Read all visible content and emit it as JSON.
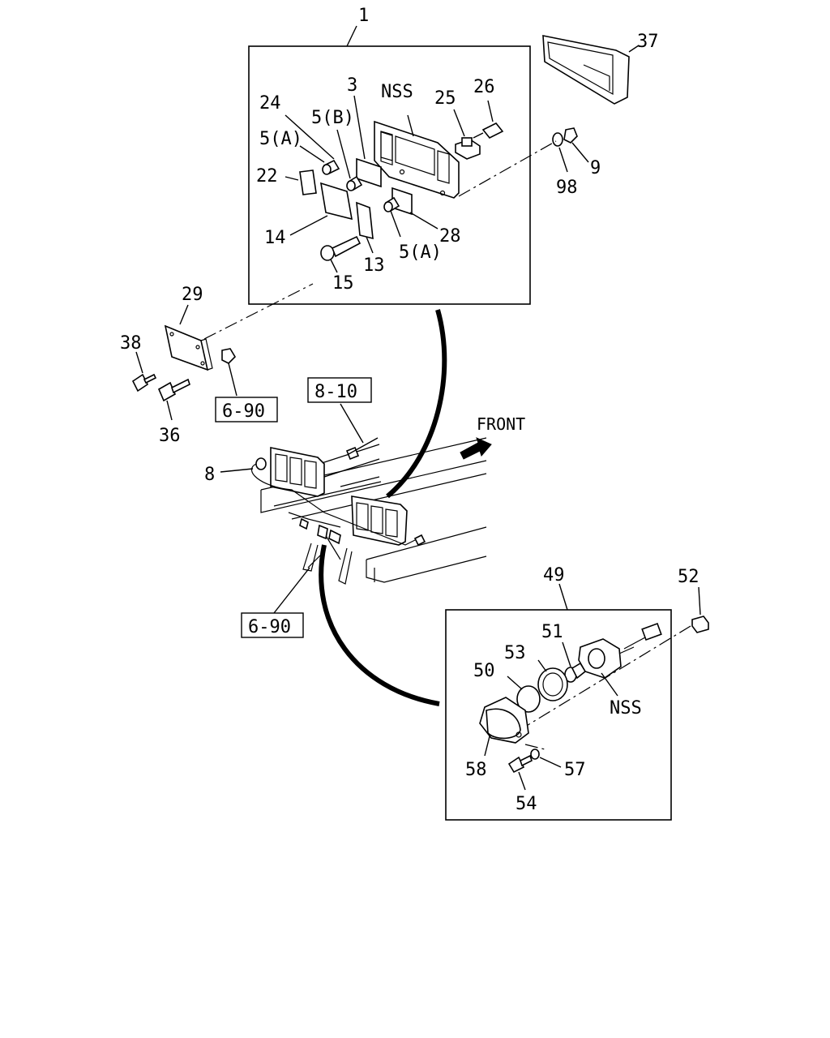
{
  "callouts": {
    "c1": "1",
    "c3": "3",
    "nss_top": "NSS",
    "c24": "24",
    "c25": "25",
    "c26": "26",
    "c5b": "5(B)",
    "c5a_top": "5(A)",
    "c22": "22",
    "c14": "14",
    "c15": "15",
    "c13": "13",
    "c5a_bottom": "5(A)",
    "c28": "28",
    "c98": "98",
    "c9": "9",
    "c37": "37",
    "c29": "29",
    "c38": "38",
    "c36": "36",
    "c8": "8",
    "c49": "49",
    "c52": "52",
    "c51": "51",
    "c53": "53",
    "c50": "50",
    "nss_bottom": "NSS",
    "c58": "58",
    "c57": "57",
    "c54": "54"
  },
  "references": {
    "ref_6_90_upper": "6-90",
    "ref_8_10": "8-10",
    "ref_6_90_lower": "6-90"
  },
  "direction": {
    "front_label": "FRONT"
  }
}
